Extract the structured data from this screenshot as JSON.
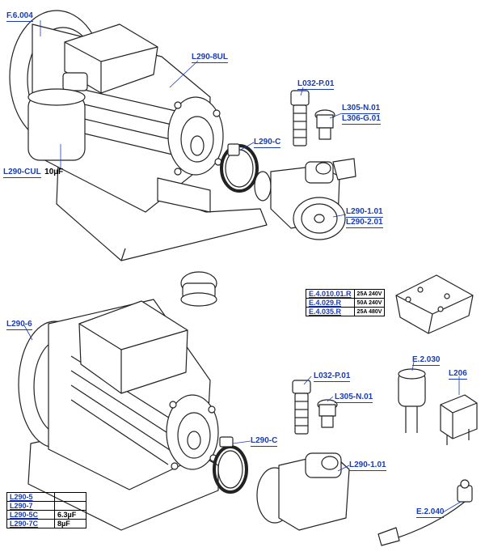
{
  "upper_assembly": {
    "labels": {
      "f6004": "F.6.004",
      "l290_8ul": "L290-8UL",
      "l032_p01": "L032-P.01",
      "l305_n01": "L305-N.01",
      "l306_g01": "L306-G.01",
      "l290_c": "L290-C",
      "l290_cul": "L290-CUL",
      "l290_cul_value": "10µF",
      "l290_101": "L290-1.01",
      "l290_201": "L290-2.01"
    }
  },
  "lower_assembly": {
    "labels": {
      "l290_6": "L290-6",
      "l032_p01": "L032-P.01",
      "l305_n01": "L305-N.01",
      "l290_c": "L290-C",
      "l290_101": "L290-1.01",
      "e2030": "E.2.030",
      "l206": "L206",
      "e2040": "E.2.040"
    }
  },
  "relay_table": {
    "rows": [
      {
        "code": "E.4.010.01.R",
        "rating": "25A 240V"
      },
      {
        "code": "E.4.029.R",
        "rating": "50A 240V"
      },
      {
        "code": "E.4.035.R",
        "rating": "25A 480V"
      }
    ]
  },
  "capacitor_table": {
    "rows": [
      {
        "code": "L290-5",
        "value": ""
      },
      {
        "code": "L290-7",
        "value": ""
      },
      {
        "code": "L290-5C",
        "value": "6.3µF"
      },
      {
        "code": "L290-7C",
        "value": "8µF"
      }
    ]
  }
}
